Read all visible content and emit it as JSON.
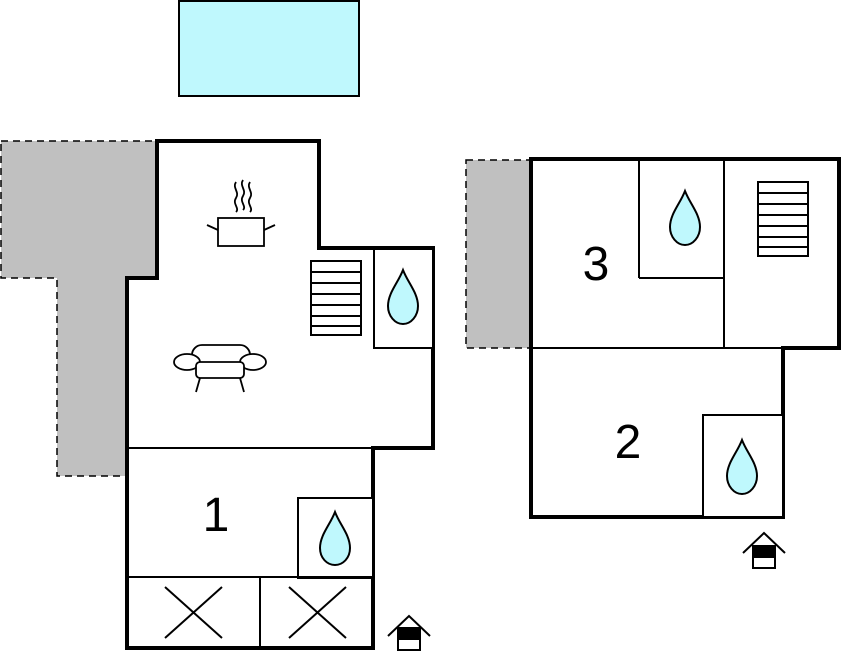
{
  "floor_plan": {
    "colors": {
      "wall": "#000000",
      "pool": "#bff8fd",
      "terrace": "#c0c0c0",
      "water_drop": "#bff8fd",
      "background": "#ffffff"
    },
    "rooms": [
      {
        "label": "1",
        "type": "bedroom"
      },
      {
        "label": "2",
        "type": "bedroom"
      },
      {
        "label": "3",
        "type": "bedroom"
      }
    ],
    "icons": [
      "pool",
      "terrace",
      "cooking-pot-icon",
      "sofa-icon",
      "stairs-icon",
      "water-drop-icon",
      "window-cross-icon",
      "entrance-icon"
    ]
  }
}
